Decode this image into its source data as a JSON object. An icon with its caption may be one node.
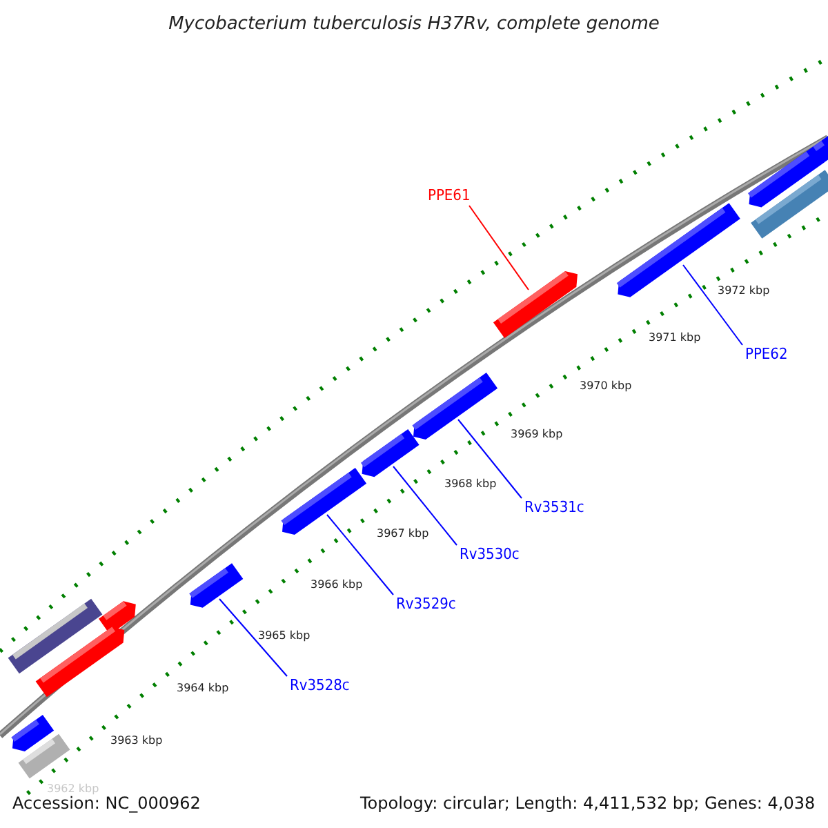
{
  "diagram": {
    "title": "Mycobacterium tuberculosis H37Rv, complete genome",
    "nodes": [
      {
        "text": [
          "PPE61"
        ]
      },
      {
        "text": [
          "PPE62"
        ]
      },
      {
        "text": [
          "Rv3531c"
        ]
      },
      {
        "text": [
          "Rv3530c"
        ]
      },
      {
        "text": [
          "Rv3529c"
        ]
      },
      {
        "text": [
          "Rv3528c"
        ]
      },
      {
        "text": [],
        "shape": "bar"
      },
      {
        "text": [],
        "shape": "bar"
      },
      {
        "text": [],
        "shape": "bar"
      },
      {
        "text": [],
        "shape": "bar"
      },
      {
        "text": [],
        "shape": "bar"
      },
      {
        "text": [],
        "shape": "bar"
      },
      {
        "text": [],
        "shape": "bar"
      },
      {
        "text": [],
        "shape": "bar"
      },
      {
        "text": [],
        "shape": "bar"
      },
      {
        "text": [],
        "shape": "bar"
      },
      {
        "text": [],
        "shape": "bar"
      },
      {
        "text": [],
        "shape": "bar"
      },
      {
        "text": [],
        "shape": "bar"
      },
      {
        "text": [],
        "shape": "bar"
      }
    ],
    "edges": [
      {
        "from": 0,
        "to": 6,
        "arrow": "none",
        "color": "#ff0000"
      },
      {
        "from": 1,
        "to": 7,
        "arrow": "none"
      },
      {
        "from": 2,
        "to": 8,
        "arrow": "none"
      },
      {
        "from": 3,
        "to": 9,
        "arrow": "none"
      },
      {
        "from": 4,
        "to": 10,
        "arrow": "none"
      },
      {
        "from": 5,
        "to": 11,
        "arrow": "none"
      }
    ],
    "labels": [
      "3972 kbp",
      "3971 kbp",
      "3970 kbp",
      "3969 kbp",
      "3968 kbp",
      "3967 kbp",
      "3966 kbp",
      "3965 kbp",
      "3964 kbp",
      "3963 kbp",
      "3962 kbp",
      "Accession: NC_000962",
      "Topology: circular; Length: 4,411,532 bp; Genes: 4,038"
    ]
  }
}
